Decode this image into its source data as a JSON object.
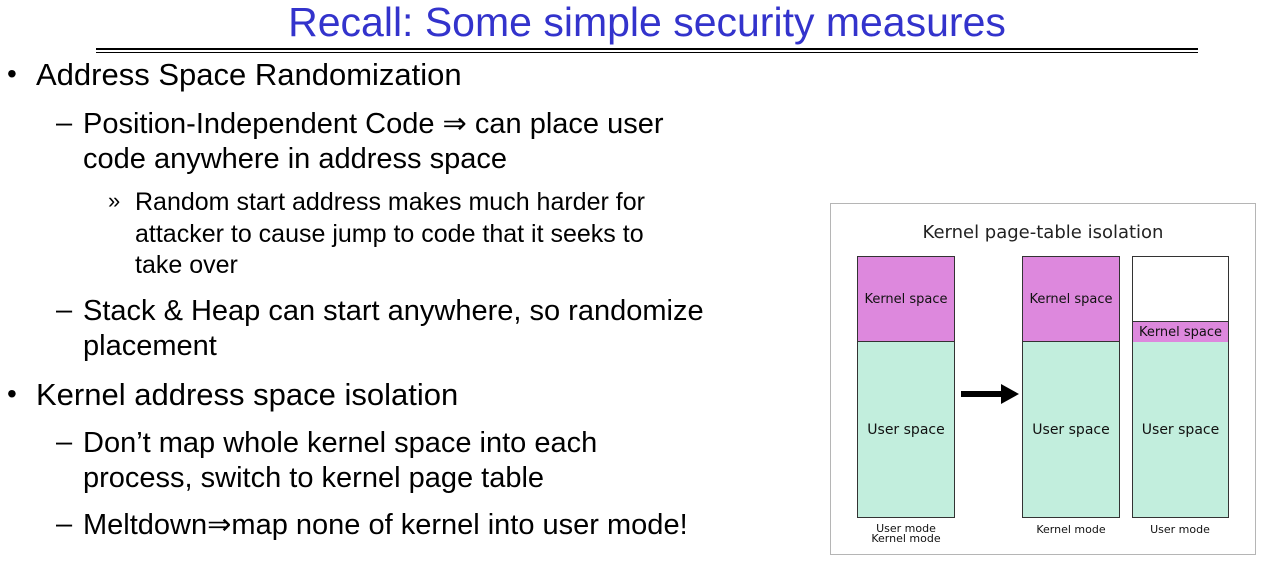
{
  "slide": {
    "title": "Recall: Some simple security measures",
    "bullet_glyph": "•",
    "dash_glyph": "–",
    "sub_glyph": "»",
    "items": {
      "aslr": {
        "text": "Address Space Randomization",
        "pic_line1": "Position-Independent Code ⇒ can place user",
        "pic_line2": "code anywhere in address space",
        "random_line1": "Random start address makes much harder for",
        "random_line2": "attacker to cause jump to code that it seeks to",
        "random_line3": "take over",
        "stack_line1": "Stack & Heap can start anywhere, so randomize",
        "stack_line2": "placement"
      },
      "kaiser": {
        "text": "Kernel address space isolation",
        "map_line1": "Don’t map whole kernel space into each",
        "map_line2": "process, switch to kernel page table",
        "meltdown": "Meltdown⇒map none of kernel into user mode!"
      }
    }
  },
  "figure": {
    "title": "Kernel page-table isolation",
    "kernel_space": "Kernel space",
    "user_space": "User space",
    "before_caption_1": "User mode",
    "before_caption_2": "Kernel mode",
    "kernel_mode_caption": "Kernel mode",
    "user_mode_caption": "User mode",
    "colors": {
      "kernel": "#dd88dd",
      "user": "#c2eedd"
    },
    "arrow_icon": "right-arrow-icon"
  }
}
